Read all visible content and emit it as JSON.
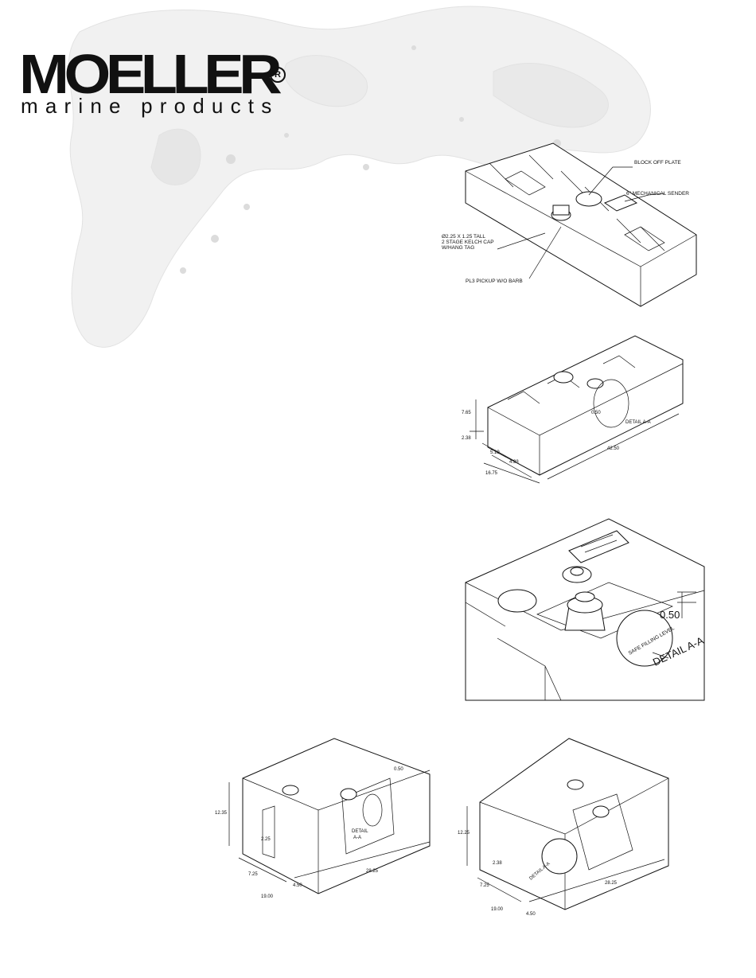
{
  "brand": {
    "name": "MOELLER",
    "tagline": "marine products",
    "registered_mark": "R"
  },
  "figure1": {
    "callouts": {
      "block_off_plate": "BLOCK OFF PLATE",
      "mechanical_sender": "6\" MECHANICAL SENDER",
      "cap_line1": "Ø2.25 X 1.25 TALL",
      "cap_line2": "2 STAGE KELCH CAP",
      "cap_line3": "W/HANG TAG",
      "pickup": "PL3 PICKUP W/O BARB"
    }
  },
  "figure2": {
    "dims": {
      "height": "7.65",
      "base": "2.38",
      "notch_a": "5.19",
      "notch_b": "4.38",
      "width": "16.75",
      "length": "42.50",
      "fill": "0.50",
      "detail": "DETAIL A-A"
    }
  },
  "figure3": {
    "dims": {
      "fill": "0.50",
      "detail": "DETAIL A-A",
      "label_text": "SAFE FILLING LEVEL"
    }
  },
  "figure4": {
    "dims": {
      "height": "12.35",
      "notch_h": "2.25",
      "notch_w": "7.25",
      "width": "19.00",
      "notch_r": "4.50",
      "length": "28.25",
      "fill": "0.50",
      "detail_1": "DETAIL",
      "detail_2": "A-A"
    }
  },
  "figure5": {
    "dims": {
      "height": "12.25",
      "notch_h": "2.38",
      "notch_w": "7.25",
      "width": "19.00",
      "notch_r": "4.50",
      "length": "28.25",
      "detail": "DETAIL A-A"
    }
  }
}
